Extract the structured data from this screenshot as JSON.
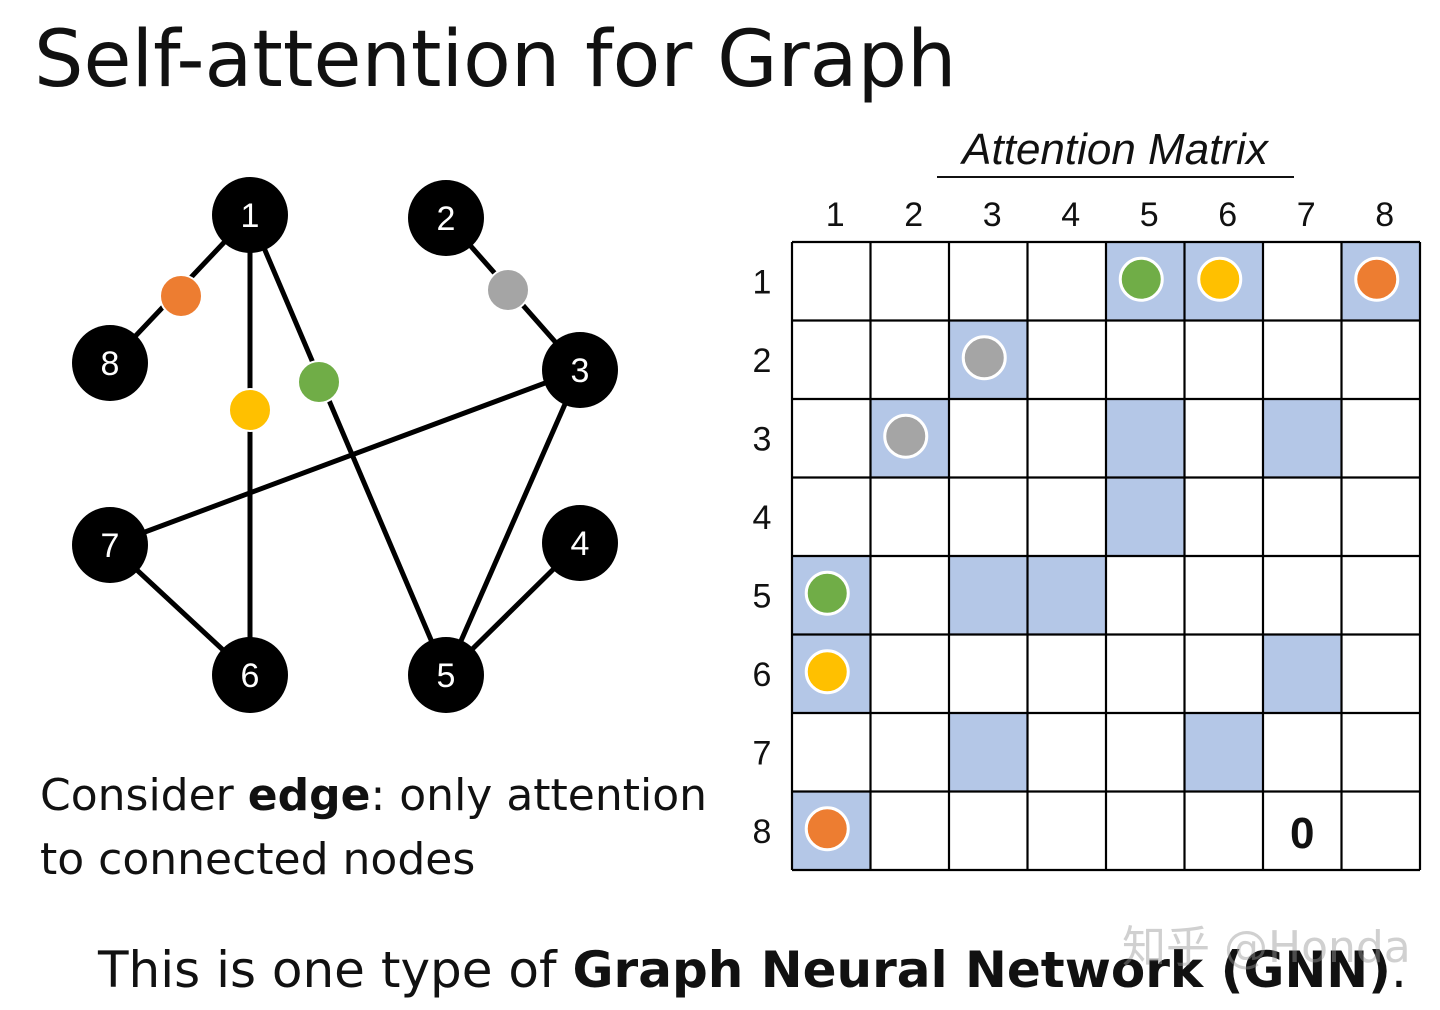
{
  "title": "Self-attention for Graph",
  "matrix_title": "Attention Matrix",
  "caption": {
    "line1_prefix": "Consider ",
    "line1_bold": "edge",
    "line1_suffix": ": only attention",
    "line2": "to connected nodes"
  },
  "footer": {
    "prefix": "This is one type of ",
    "bold": "Graph Neural Network (GNN)",
    "suffix": "."
  },
  "watermark": "知乎 @Honda",
  "graph": {
    "nodes": [
      {
        "id": "1",
        "label": "1"
      },
      {
        "id": "2",
        "label": "2"
      },
      {
        "id": "3",
        "label": "3"
      },
      {
        "id": "4",
        "label": "4"
      },
      {
        "id": "5",
        "label": "5"
      },
      {
        "id": "6",
        "label": "6"
      },
      {
        "id": "7",
        "label": "7"
      },
      {
        "id": "8",
        "label": "8"
      }
    ],
    "edges": [
      {
        "from": "1",
        "to": "8",
        "marker": "orange"
      },
      {
        "from": "1",
        "to": "6",
        "marker": "yellow"
      },
      {
        "from": "1",
        "to": "5",
        "marker": "green"
      },
      {
        "from": "2",
        "to": "3",
        "marker": "gray"
      },
      {
        "from": "3",
        "to": "7",
        "marker": null
      },
      {
        "from": "3",
        "to": "5",
        "marker": null
      },
      {
        "from": "4",
        "to": "5",
        "marker": null
      },
      {
        "from": "7",
        "to": "6",
        "marker": null
      }
    ]
  },
  "matrix": {
    "col_labels": [
      "1",
      "2",
      "3",
      "4",
      "5",
      "6",
      "7",
      "8"
    ],
    "row_labels": [
      "1",
      "2",
      "3",
      "4",
      "5",
      "6",
      "7",
      "8"
    ],
    "connected": [
      [
        1,
        5
      ],
      [
        1,
        6
      ],
      [
        1,
        8
      ],
      [
        2,
        3
      ],
      [
        3,
        2
      ],
      [
        3,
        5
      ],
      [
        3,
        7
      ],
      [
        4,
        5
      ],
      [
        5,
        1
      ],
      [
        5,
        3
      ],
      [
        5,
        4
      ],
      [
        6,
        1
      ],
      [
        6,
        7
      ],
      [
        7,
        3
      ],
      [
        7,
        6
      ],
      [
        8,
        1
      ]
    ],
    "markers": [
      {
        "row": 1,
        "col": 5,
        "color": "green"
      },
      {
        "row": 1,
        "col": 6,
        "color": "yellow"
      },
      {
        "row": 1,
        "col": 8,
        "color": "orange"
      },
      {
        "row": 2,
        "col": 3,
        "color": "gray"
      },
      {
        "row": 3,
        "col": 2,
        "color": "gray"
      },
      {
        "row": 5,
        "col": 1,
        "color": "green"
      },
      {
        "row": 6,
        "col": 1,
        "color": "yellow"
      },
      {
        "row": 8,
        "col": 1,
        "color": "orange"
      }
    ],
    "zero_label": "0",
    "zero_cell": {
      "row": 8,
      "col": 7
    }
  },
  "colors": {
    "node_fill": "#000000",
    "node_text": "#ffffff",
    "edge": "#000000",
    "connected_cell": "#b4c7e7",
    "grid_line": "#000000",
    "orange": "#ed7d31",
    "yellow": "#ffc000",
    "green": "#70ad47",
    "gray": "#a5a5a5"
  }
}
